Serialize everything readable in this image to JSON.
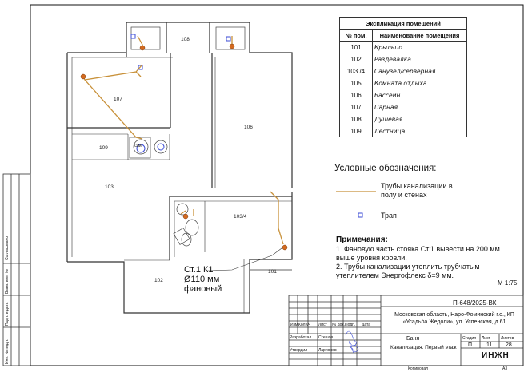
{
  "explication": {
    "title": "Экспликация помещений",
    "col_num": "№ пом.",
    "col_name": "Наименование помещения",
    "rows": [
      {
        "num": "101",
        "name": "Крыльцо"
      },
      {
        "num": "102",
        "name": "Раздевалка"
      },
      {
        "num": "103 /4",
        "name": "Санузел/серверная"
      },
      {
        "num": "105",
        "name": "Комната отдыха"
      },
      {
        "num": "106",
        "name": "Бассейн"
      },
      {
        "num": "107",
        "name": "Парная"
      },
      {
        "num": "108",
        "name": "Душевая"
      },
      {
        "num": "109",
        "name": "Лестница"
      }
    ]
  },
  "legend": {
    "title": "Условные обозначения:",
    "pipe_label": "Трубы канализации в полу и стенах",
    "drain_label": "Трап",
    "pipe_color": "#c8913a",
    "drain_color": "#3b4bd6"
  },
  "notes": {
    "title": "Примечания:",
    "item1": "1.    Фановую часть стояка Ст.1    вывести на 200 мм выше уровня кровли.",
    "item2": "2.    Трубы канализации утеплить трубчатым утеплителем Энергофлекс δ=9 мм.",
    "scale": "М 1:75"
  },
  "riser_tag": {
    "line1": "Ст.1 К1",
    "line2": "Ø110 мм",
    "line3": "фановый"
  },
  "rooms": {
    "r101": "101",
    "r102": "102",
    "r103": "103",
    "r1034": "103/4",
    "r106": "106",
    "r107": "107",
    "r108": "108",
    "r109": "109",
    "toilet": "с/м"
  },
  "stamp": {
    "code": "П-648/2025-ВК",
    "address": "Московская область, Наро-Фоминский г.о., КП «Усадьба Жедоли», ул. Успенская, д.61",
    "object": "Баня",
    "sheet_title": "Канализация. Первый этаж",
    "stage_label": "Стадия",
    "sheet_label": "Лист",
    "sheets_label": "Листов",
    "stage": "П",
    "sheet": "11",
    "sheets": "28",
    "col_izm": "Изм.",
    "col_kol": "Кол.уч",
    "col_list": "Лист",
    "col_doc": "№ док.",
    "col_sign": "Подп.",
    "col_date": "Дата",
    "developed_label": "Разработал",
    "developed_name": "Стешов",
    "approved_label": "Утвердил",
    "approved_name": "Ларионов",
    "company": "ИНЖН",
    "copied": "Копировал",
    "format": "А3"
  },
  "side_labels": {
    "agreed": "Согласовано",
    "replaced": "Взам. инв. №",
    "sign_date": "Подп. и дата",
    "inv": "Инв. № подл."
  }
}
